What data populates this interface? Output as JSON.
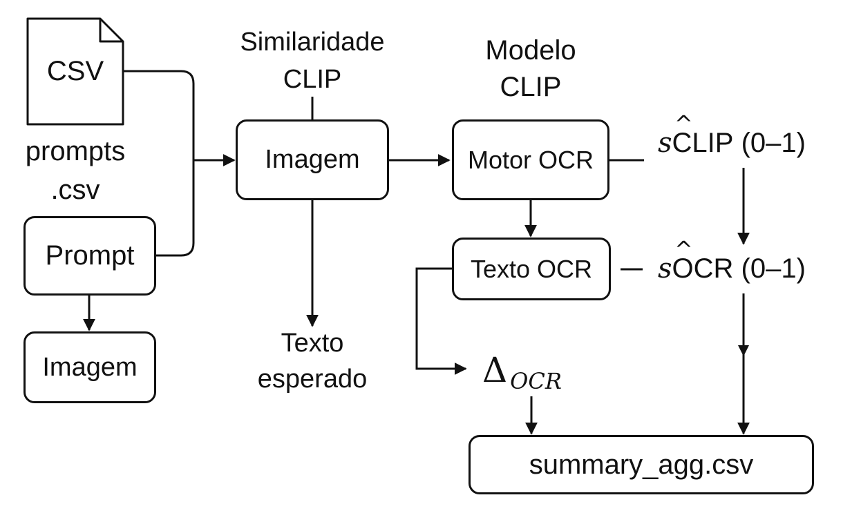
{
  "nodes": {
    "csv_file_label": "CSV",
    "csv_caption_line1": "prompts",
    "csv_caption_line2": ".csv",
    "prompt_box": "Prompt",
    "imagem_left_box": "Imagem",
    "similaridade_line1": "Similaridade",
    "similaridade_line2": "CLIP",
    "imagem_center_box": "Imagem",
    "texto_esperado_line1": "Texto",
    "texto_esperado_line2": "esperado",
    "modelo_line1": "Modelo",
    "modelo_line2": "CLIP",
    "motor_ocr_box": "Motor OCR",
    "texto_ocr_box": "Texto OCR",
    "s_clip_var": "s",
    "s_clip_hat": "^",
    "s_clip_label": "CLIP",
    "s_clip_range": "(0–1)",
    "s_ocr_var": "s",
    "s_ocr_hat": "^",
    "s_ocr_label": "OCR",
    "s_ocr_range": "(0–1)",
    "delta_symbol": "Δ",
    "delta_subscript": "OCR",
    "summary_box": "summary_agg.csv"
  },
  "colors": {
    "stroke": "#111111",
    "background": "#ffffff"
  }
}
